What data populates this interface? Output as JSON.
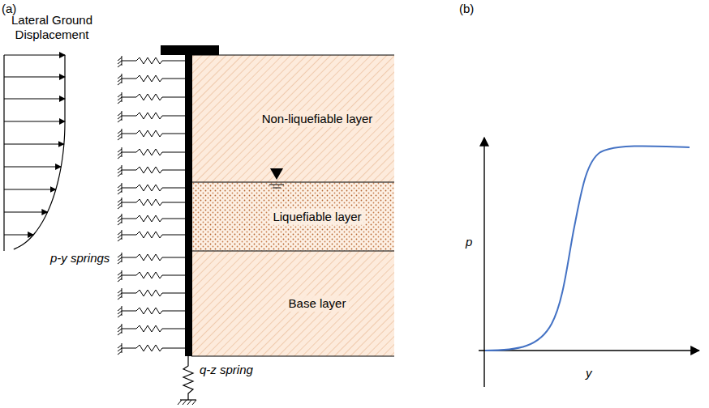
{
  "diagram": {
    "nodes": [
      {
        "text": [
          "Non-liquefiable layer"
        ]
      },
      {
        "text": [
          "Liquefiable layer"
        ]
      },
      {
        "text": [
          "Base layer"
        ]
      }
    ],
    "labels": [
      "(a)",
      "(b)",
      "Lateral Ground Displacement",
      "p-y springs",
      "q-z spring",
      "p",
      "y"
    ]
  }
}
